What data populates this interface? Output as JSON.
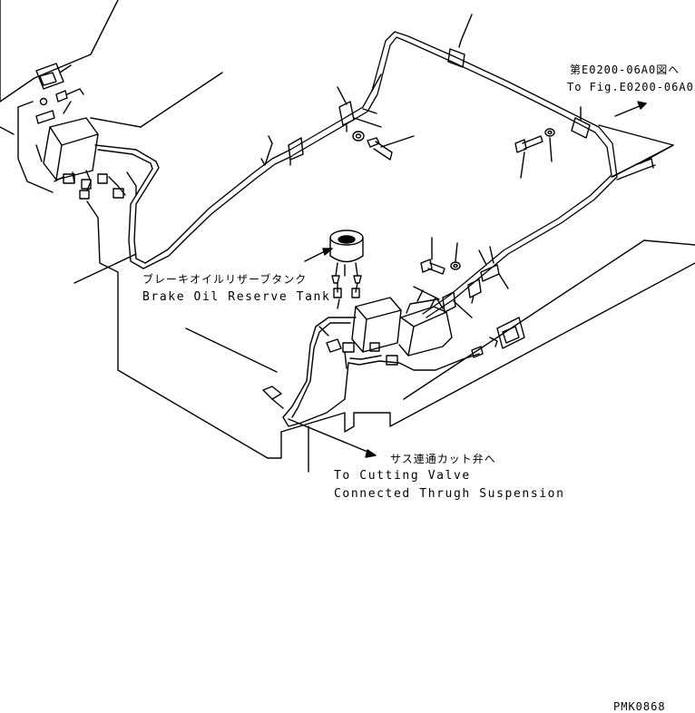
{
  "labels": {
    "fig_ref_jp": "第E0200-06A0図へ",
    "fig_ref_en": "To Fig.E0200-06A0",
    "tank_jp": "ブレーキオイルリザーブタンク",
    "tank_en": "Brake Oil Reserve Tank",
    "valve_jp": "サス連通カット弁へ",
    "valve_en_1": "To Cutting Valve",
    "valve_en_2": "Connected Thrugh Suspension",
    "drawing_code": "PMK0868"
  }
}
